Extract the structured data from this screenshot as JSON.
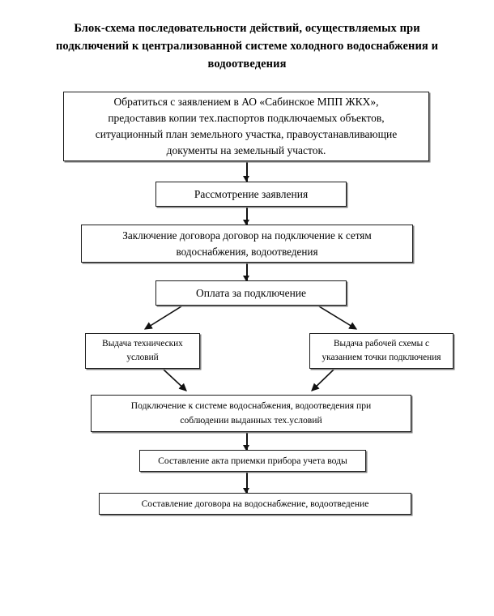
{
  "title": {
    "lines": [
      "Блок-схема последовательности действий, осуществляемых при",
      "подключений  к централизованной системе холодного водоснабжения и",
      "водоотведения"
    ]
  },
  "flowchart": {
    "type": "flowchart",
    "orientation": "top-to-bottom",
    "nodes": [
      {
        "id": "n1",
        "label": "Обратиться с заявлением в АО «Сабинское МПП ЖКХ»,\nпредоставив копии тех.паспортов подключаемых  объектов,\nситуационный план земельного участка, правоустанавливающие\nдокументы на земельный участок."
      },
      {
        "id": "n2",
        "label": "Рассмотрение заявления"
      },
      {
        "id": "n3",
        "label": "Заключение договора договор на подключение к сетям\nводоснабжения, водоотведения"
      },
      {
        "id": "n4",
        "label": "Оплата за подключение"
      },
      {
        "id": "n5",
        "label": "Выдача технических\nусловий"
      },
      {
        "id": "n6",
        "label": "Выдача рабочей схемы с\nуказанием точки подключения"
      },
      {
        "id": "n7",
        "label": "Подключение к системе водоснабжения, водоотведения при\nсоблюдении выданных  тех.условий"
      },
      {
        "id": "n8",
        "label": "Составление акта приемки прибора учета воды"
      },
      {
        "id": "n9",
        "label": "Составление договора на водоснабжение, водоотведение"
      }
    ],
    "edges": [
      {
        "from": "n1",
        "to": "n2",
        "style": "straight-down-arrow"
      },
      {
        "from": "n2",
        "to": "n3",
        "style": "straight-down-arrow"
      },
      {
        "from": "n3",
        "to": "n4",
        "style": "straight-down-arrow"
      },
      {
        "from": "n4",
        "to": "n5",
        "style": "diagonal-down-left-arrow"
      },
      {
        "from": "n4",
        "to": "n6",
        "style": "diagonal-down-right-arrow"
      },
      {
        "from": "n5",
        "to": "n7",
        "style": "diagonal-down-right-arrow"
      },
      {
        "from": "n6",
        "to": "n7",
        "style": "diagonal-down-left-arrow"
      },
      {
        "from": "n7",
        "to": "n8",
        "style": "straight-down-arrow"
      },
      {
        "from": "n8",
        "to": "n9",
        "style": "straight-down-arrow"
      }
    ]
  },
  "colors": {
    "background": "#ffffff",
    "box_fill": "#ffffff",
    "box_border": "#1c1c1c",
    "box_shadow": "#7d7d7d",
    "connector": "#111111",
    "text": "#000000"
  }
}
